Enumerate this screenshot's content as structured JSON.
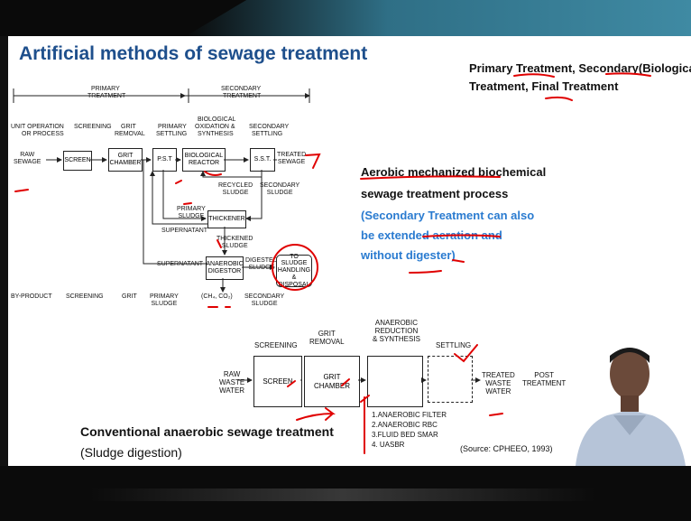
{
  "slide": {
    "title": "Artificial methods of sewage treatment",
    "heading_right": {
      "part1": "Primary Treatment, Secondary(Biological",
      "part2": "Treatment, Final Treatment"
    },
    "aerobic": {
      "line1": "Aerobic mechanized biochemical",
      "line2": "sewage treatment process",
      "note1": "(Secondary Treatment can also",
      "note2": "be extended aeration and",
      "note3": "without digester)"
    },
    "conventional": {
      "line1": "Conventional anaerobic sewage treatment",
      "line2": "(Sludge digestion)"
    },
    "source": "(Source: CPHEEO, 1993)"
  },
  "aerobic_diagram": {
    "primary_label": "PRIMARY",
    "treatment_label": "TREATMENT",
    "secondary_label": "SECONDARY",
    "secondary_treatment_label": "TREATMENT",
    "col_unit": "UNIT OPERATION",
    "col_unit2": "OR PROCESS",
    "col_screening": "SCREENING",
    "col_grit": "GRIT",
    "col_grit2": "REMOVAL",
    "col_primary": "PRIMARY",
    "col_primary2": "SETTLING",
    "col_bio": "BIOLOGICAL",
    "col_bio2": "OXIDATION &",
    "col_bio3": "SYNTHESIS",
    "col_secondary": "SECONDARY",
    "col_secondary2": "SETTLING",
    "raw": "RAW",
    "raw2": "SEWAGE",
    "screen": "SCREEN",
    "grit_chamber": "GRIT",
    "grit_chamber2": "CHAMBER",
    "pst": "P.S.T",
    "bio_reactor": "BIOLOGICAL",
    "bio_reactor2": "REACTOR",
    "sst": "S.S.T.",
    "treated": "TREATED",
    "treated2": "SEWAGE",
    "recycled": "RECYCLED",
    "recycled2": "SLUDGE",
    "sec_sludge": "SECONDARY",
    "sec_sludge2": "SLUDGE",
    "primary_sludge": "PRIMARY",
    "primary_sludge2": "SLUDGE",
    "thickener": "THICKENER",
    "supernatant1": "SUPERNATANT",
    "thickened": "THICKENED",
    "thickened2": "SLUDGE",
    "supernatant2": "SUPERNATANT",
    "anaerobic_digestor": "ANAEROBIC",
    "anaerobic_digestor2": "DIGESTOR",
    "digested": "DIGESTED",
    "digested2": "SLUDGE",
    "to_sludge": "TO SLUDGE",
    "to_sludge2": "HANDLING",
    "to_sludge3": "& DISPOSAL",
    "byproduct": "BY-PRODUCT",
    "bp_screening": "SCREENING",
    "bp_grit": "GRIT",
    "bp_primary": "PRIMARY",
    "bp_primary2": "SLUDGE",
    "bp_gas": "(CH₄, CO₂)",
    "bp_secondary": "SECONDARY",
    "bp_secondary2": "SLUDGE"
  },
  "anaerobic_diagram": {
    "screening": "SCREENING",
    "grit": "GRIT",
    "grit2": "REMOVAL",
    "anaerobic": "ANAEROBIC",
    "anaerobic2": "REDUCTION",
    "anaerobic3": "& SYNTHESIS",
    "settling": "SETTLING",
    "raw": "RAW",
    "raw2": "WASTE",
    "raw3": "WATER",
    "screen": "SCREEN",
    "grit_chamber": "GRIT",
    "grit_chamber2": "CHAMBER",
    "treated": "TREATED",
    "treated2": "WASTE",
    "treated3": "WATER",
    "post": "POST",
    "post2": "TREATMENT",
    "options": [
      "1.ANAEROBIC FILTER",
      "2.ANAEROBIC RBC",
      "3.FLUID BED SMAR",
      "4. UASBR"
    ]
  },
  "colors": {
    "title": "#1e4f8c",
    "note": "#2a7bd0",
    "annotation": "#e00000"
  }
}
